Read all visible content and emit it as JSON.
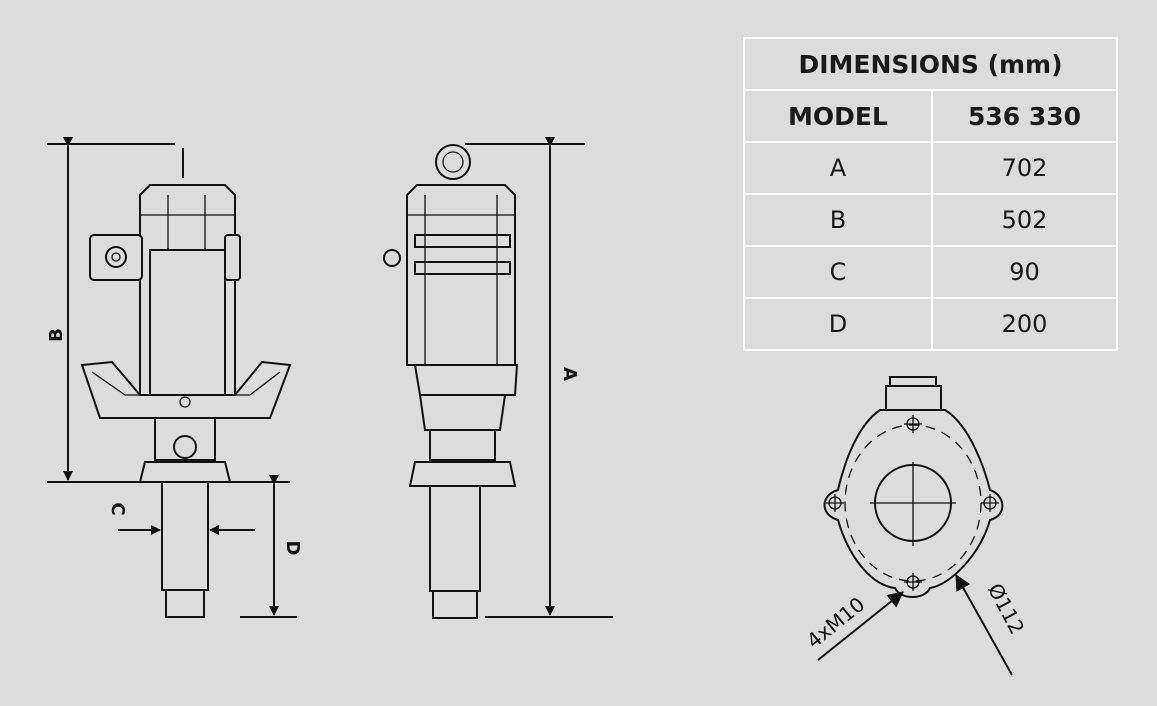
{
  "table": {
    "title": "DIMENSIONS (mm)",
    "header": {
      "label": "MODEL",
      "value": "536 330"
    },
    "rows": [
      {
        "dim": "A",
        "value": "702"
      },
      {
        "dim": "B",
        "value": "502"
      },
      {
        "dim": "C",
        "value": "90"
      },
      {
        "dim": "D",
        "value": "200"
      }
    ]
  },
  "drawing": {
    "labels": {
      "a": "A",
      "b": "B",
      "c": "C",
      "d": "D"
    },
    "bolt_callout": "4xM10",
    "diameter_callout": "Ø112"
  }
}
